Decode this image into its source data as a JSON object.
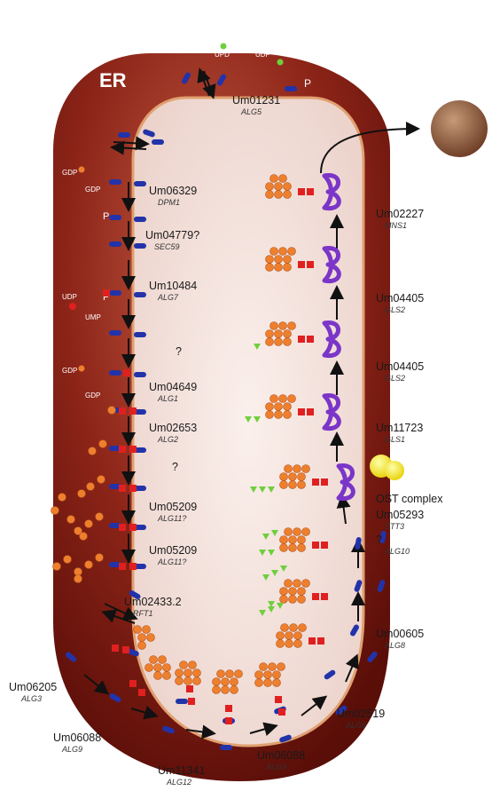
{
  "compartment_label": "ER",
  "nucleotide_labels": {
    "udp_top": "UPD",
    "udp_top2": "UDP",
    "p_top": "P",
    "gdp1": "GDP",
    "gdp1b": "GDP",
    "p1": "P",
    "udp_left": "UDP",
    "ump_left": "UMP",
    "p2": "P",
    "gdp2": "GDP",
    "gdp2b": "GDP"
  },
  "genes": [
    {
      "id": "Um01231",
      "gene": "ALG5"
    },
    {
      "id": "Um06329",
      "gene": "DPM1"
    },
    {
      "id": "Um04779?",
      "gene": "SEC59"
    },
    {
      "id": "Um10484",
      "gene": "ALG7"
    },
    {
      "id": "?",
      "gene": ""
    },
    {
      "id": "Um04649",
      "gene": "ALG1"
    },
    {
      "id": "Um02653",
      "gene": "ALG2"
    },
    {
      "id": "?",
      "gene": ""
    },
    {
      "id": "Um05209",
      "gene": "ALG11?"
    },
    {
      "id": "Um05209",
      "gene": "ALG11?"
    },
    {
      "id": "Um02433.2",
      "gene": "RFT1"
    },
    {
      "id": "Um06205",
      "gene": "ALG3"
    },
    {
      "id": "Um06088",
      "gene": "ALG9"
    },
    {
      "id": "Um11341",
      "gene": "ALG12"
    },
    {
      "id": "Um06088",
      "gene": "ALG9"
    },
    {
      "id": "Um02519",
      "gene": "ALG6"
    },
    {
      "id": "Um00605",
      "gene": "ALG8"
    },
    {
      "id": "?",
      "gene": "ALG10"
    },
    {
      "id": "OST complex",
      "gene": ""
    },
    {
      "id": "Um05293",
      "gene": "STT3"
    },
    {
      "id": "Um11723",
      "gene": "GLS1"
    },
    {
      "id": "Um04405",
      "gene": "GLS2"
    },
    {
      "id": "Um04405",
      "gene": "GLS2"
    },
    {
      "id": "Um02227",
      "gene": "MNS1"
    }
  ],
  "colors": {
    "er_outer": "#7a1a10",
    "er_mid": "#a23a26",
    "lumen": "#f2ddd8",
    "lumen_edge": "#e0a070",
    "carrier": "#2233aa",
    "glc": "#6fcf3c",
    "man": "#ee7f2d",
    "glcnac": "#e02020",
    "protein": "#7b35c8",
    "ost": "#ffee00",
    "vesicle": "#8a5a3a"
  }
}
